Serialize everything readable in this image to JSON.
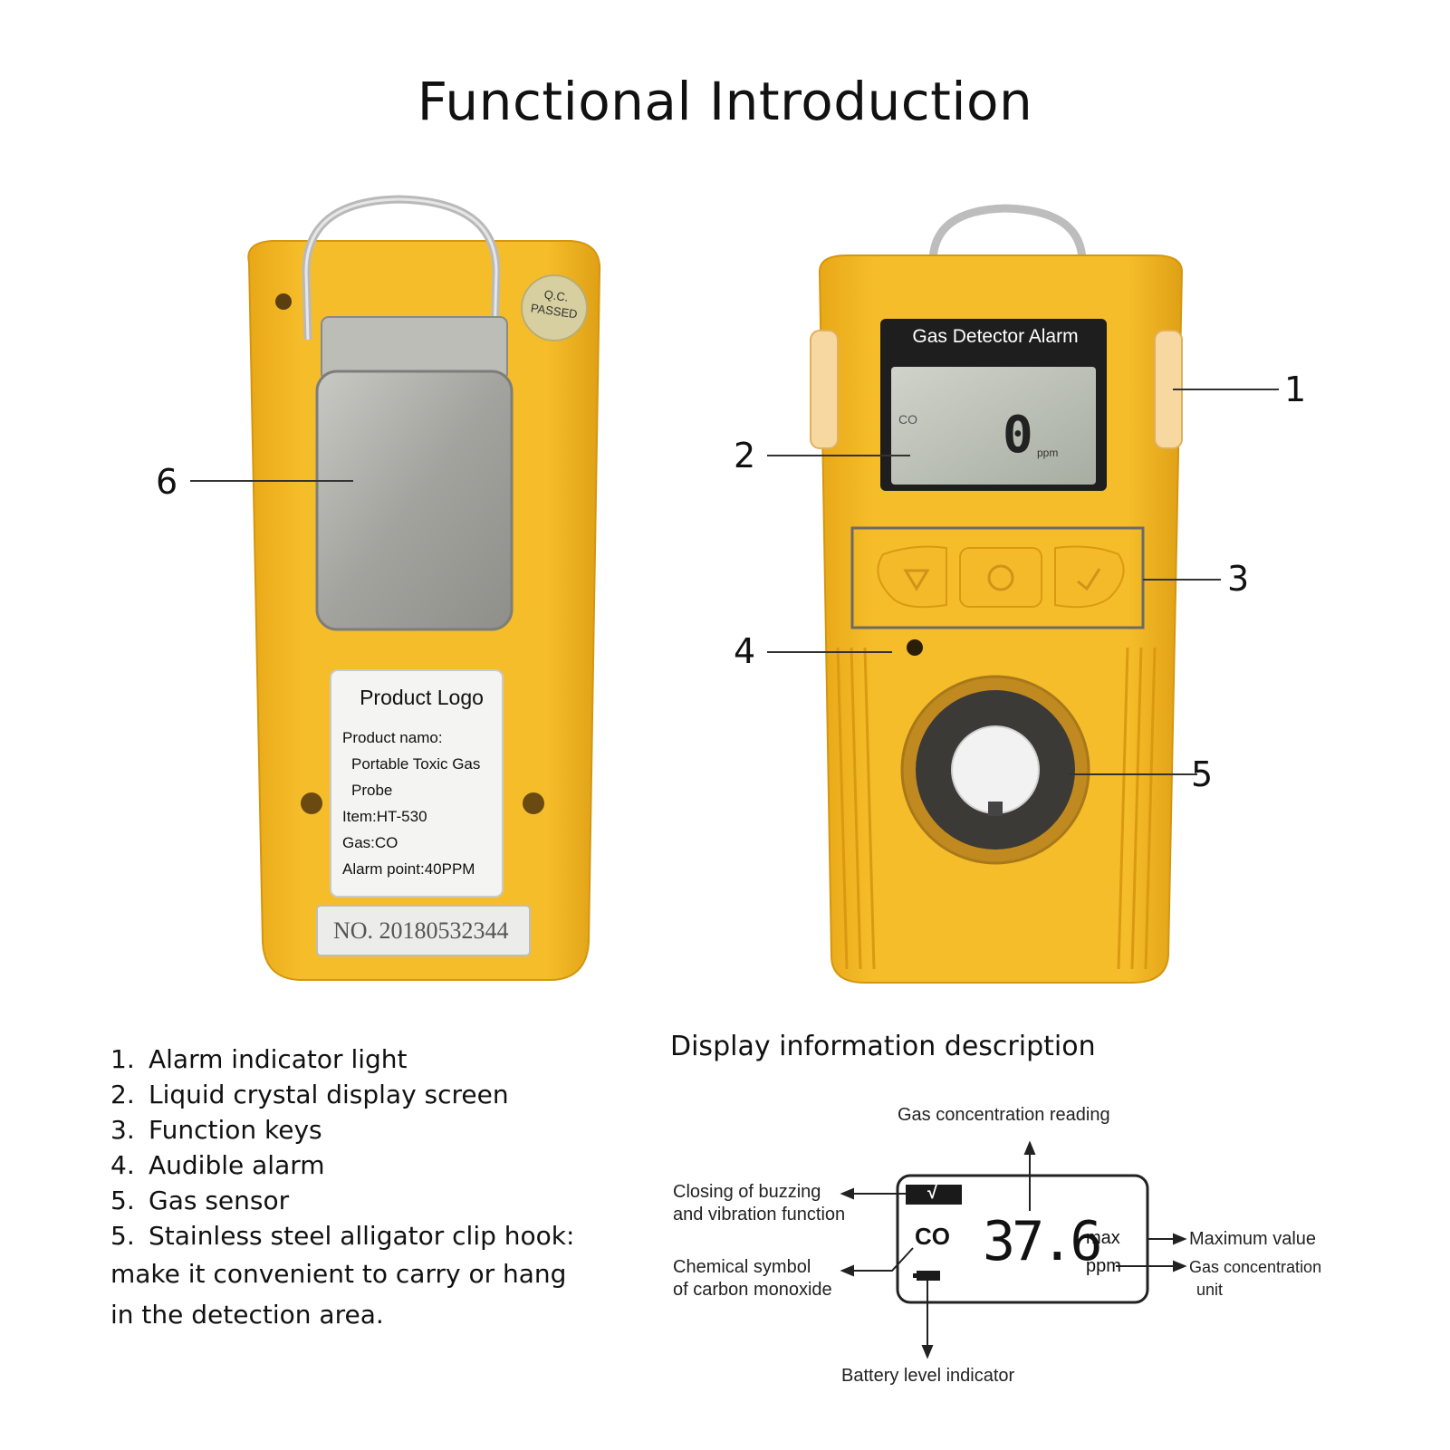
{
  "title": "Functional Introduction",
  "back_device": {
    "qc_sticker": [
      "Q.C.",
      "PASSED"
    ],
    "label_plate": {
      "logo": "Product Logo",
      "lines": [
        "Product namo:",
        "Portable Toxic Gas",
        "Probe",
        "Item:HT-530",
        "Gas:CO",
        "Alarm point:40PPM"
      ]
    },
    "serial_plate": "NO. 20180532344",
    "callout": "6"
  },
  "front_device": {
    "screen_title": "Gas Detector Alarm",
    "lcd": {
      "gas": "CO",
      "reading": "0",
      "unit": "ppm"
    },
    "callouts": [
      "1",
      "2",
      "3",
      "4",
      "5"
    ]
  },
  "features": [
    {
      "num": "1.",
      "text": "Alarm indicator light"
    },
    {
      "num": "2.",
      "text": "Liquid crystal display screen"
    },
    {
      "num": "3.",
      "text": "Function keys"
    },
    {
      "num": "4.",
      "text": "Audible alarm"
    },
    {
      "num": "5.",
      "text": "Gas sensor"
    },
    {
      "num": "5.",
      "text": "Stainless steel alligator clip hook:"
    }
  ],
  "features_continuation": [
    "make it convenient to carry or hang",
    "in the detection area."
  ],
  "display_description": {
    "heading": "Display information description",
    "reading_label": "Gas concentration reading",
    "buzz_label": [
      "Closing of buzzing",
      "and vibration function"
    ],
    "chem_label": [
      "Chemical symbol",
      "of carbon monoxide"
    ],
    "max_label": "Maximum value",
    "unit_label": [
      "Gas concentration",
      "unit"
    ],
    "battery_label": "Battery level indicator",
    "lcd": {
      "check": "√",
      "gas": "CO",
      "reading": "37.6",
      "max": "max",
      "unit": "ppm"
    }
  },
  "colors": {
    "body": "#f3b724",
    "body_dark": "#d99a12",
    "metal": "#a9a9a4",
    "lcd": "#b9bdb4"
  }
}
